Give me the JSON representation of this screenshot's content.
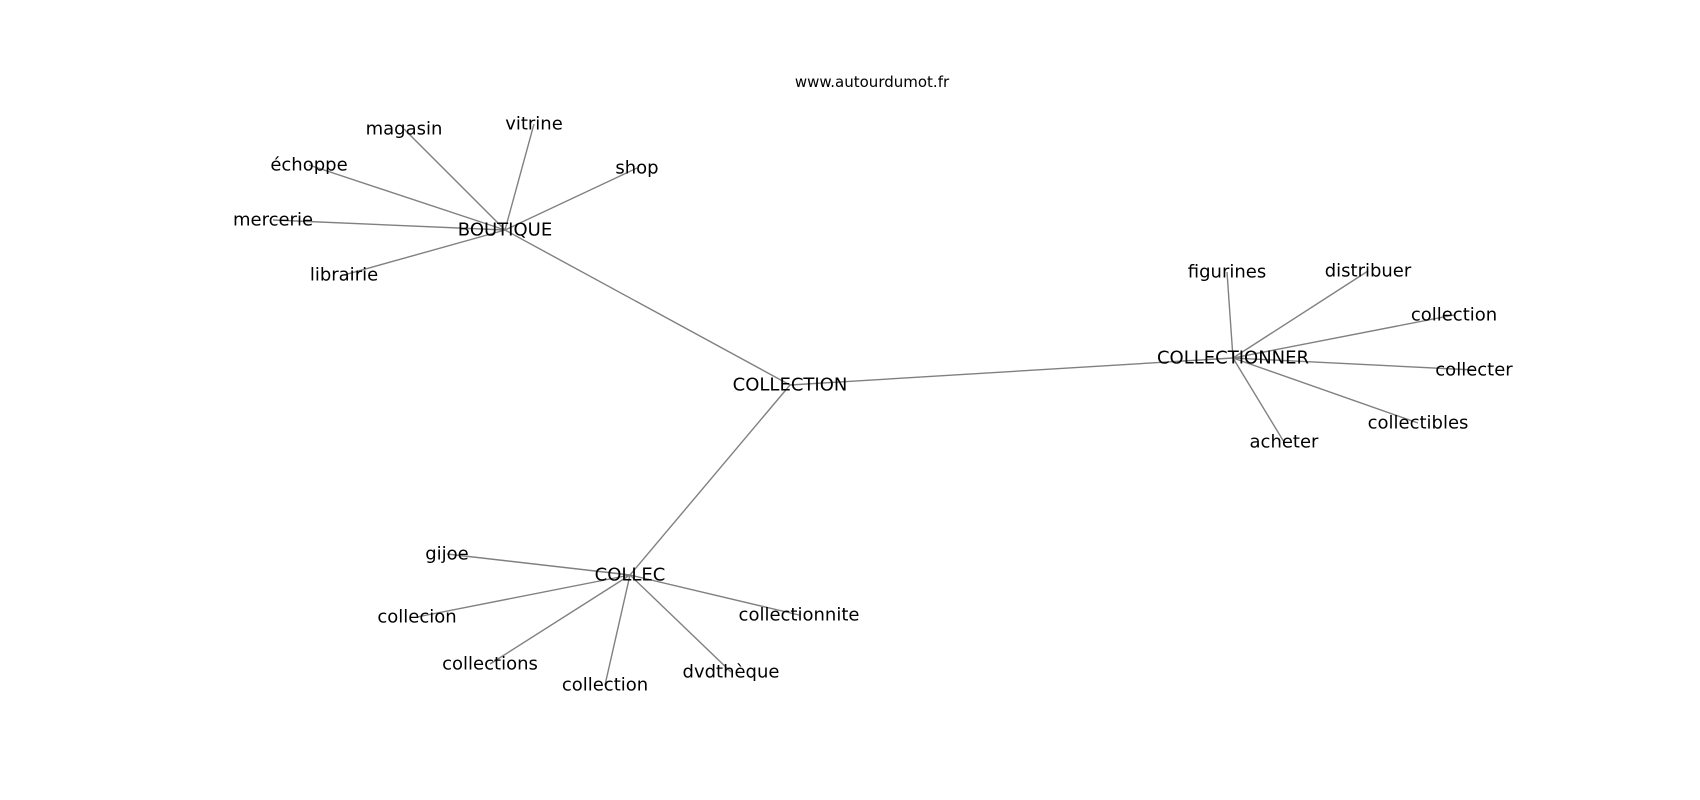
{
  "site": "www.autourdumot.fr",
  "center": "COLLECTION",
  "hubs": [
    {
      "label": "BOUTIQUE",
      "words": [
        "magasin",
        "vitrine",
        "shop",
        "échoppe",
        "mercerie",
        "librairie"
      ]
    },
    {
      "label": "COLLECTIONNER",
      "words": [
        "figurines",
        "distribuer",
        "collection",
        "collecter",
        "collectibles",
        "acheter"
      ]
    },
    {
      "label": "COLLEC",
      "words": [
        "gijoe",
        "collecion",
        "collections",
        "collection",
        "dvdthèque",
        "collectionnite"
      ]
    }
  ]
}
